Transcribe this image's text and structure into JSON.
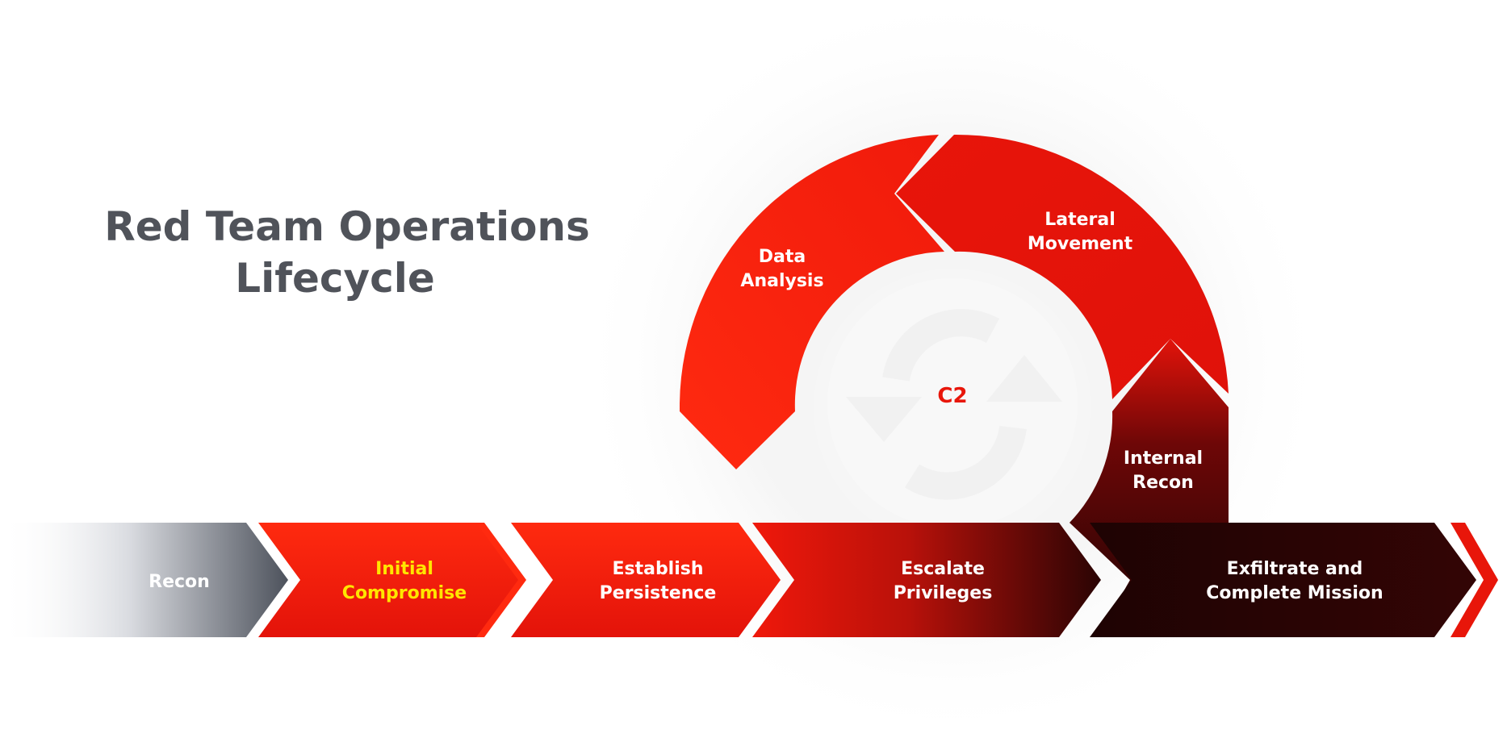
{
  "title": {
    "line1": "Red Team Operations",
    "line2": "Lifecycle"
  },
  "hub": {
    "label": "C2"
  },
  "stages": {
    "recon": {
      "label": "Recon"
    },
    "initial_compromise": {
      "line1": "Initial",
      "line2": "Compromise"
    },
    "establish_persistence": {
      "line1": "Establish",
      "line2": "Persistence"
    },
    "escalate_privileges": {
      "line1": "Escalate",
      "line2": "Privileges"
    },
    "exfiltrate": {
      "line1": "Exfiltrate and",
      "line2": "Complete Mission"
    }
  },
  "cycle": {
    "data_analysis": {
      "line1": "Data",
      "line2": "Analysis"
    },
    "lateral_movement": {
      "line1": "Lateral",
      "line2": "Movement"
    },
    "internal_recon": {
      "line1": "Internal",
      "line2": "Recon"
    }
  },
  "colors": {
    "red": "#e8160a",
    "red_bright": "#ff2a0f",
    "dark": "#1e0303",
    "gray_text": "#50535a",
    "highlight_yellow": "#ffe600",
    "white": "#ffffff"
  }
}
